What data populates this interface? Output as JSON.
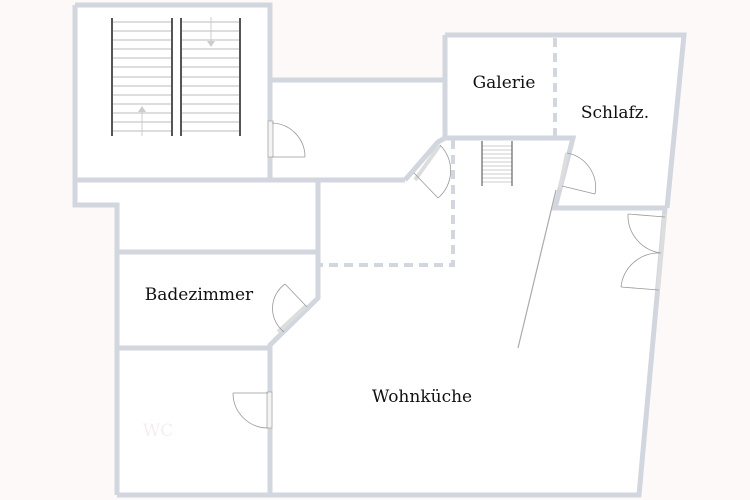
{
  "plan": {
    "colors": {
      "background": "#fdf9f8",
      "floor": "#ffffff",
      "wall": "#d2d6de",
      "wall_edge": "#b8bcc4",
      "stair_rail": "#555555",
      "stair_tread": "#bbbbbb",
      "door": "#999999",
      "label": "#111111"
    },
    "rooms": [
      {
        "id": "galerie",
        "label": "Galerie"
      },
      {
        "id": "schlafzimmer",
        "label": "Schlafz."
      },
      {
        "id": "badezimmer",
        "label": "Badezimmer"
      },
      {
        "id": "wohnkueche",
        "label": "Wohnküche"
      },
      {
        "id": "wc",
        "label": "WC"
      }
    ]
  }
}
